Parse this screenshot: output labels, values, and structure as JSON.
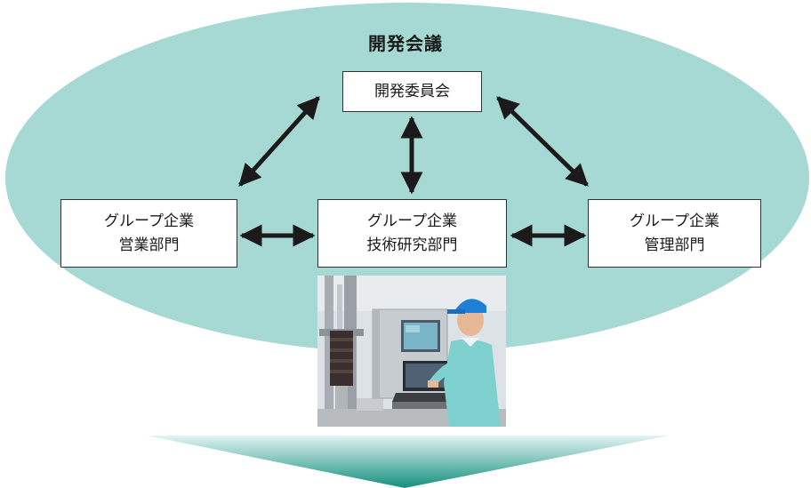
{
  "diagram": {
    "title": "開発会議",
    "nodes": {
      "committee": {
        "line1": "開発委員会"
      },
      "sales": {
        "line1": "グループ企業",
        "line2": "営業部門"
      },
      "research": {
        "line1": "グループ企業",
        "line2": "技術研究部門"
      },
      "management": {
        "line1": "グループ企業",
        "line2": "管理部門"
      }
    },
    "edges": [
      {
        "from": "committee",
        "to": "sales",
        "direction": "both"
      },
      {
        "from": "committee",
        "to": "research",
        "direction": "both"
      },
      {
        "from": "committee",
        "to": "management",
        "direction": "both"
      },
      {
        "from": "sales",
        "to": "research",
        "direction": "both"
      },
      {
        "from": "research",
        "to": "management",
        "direction": "both"
      }
    ]
  },
  "colors": {
    "ellipse_fill": "#a6d9d3",
    "arrow_dark": "#14907f",
    "arrow_light": "#e2f4f1",
    "line": "#1a1a1a"
  },
  "photo": {
    "subject": "worker-at-control-panel-photo"
  }
}
